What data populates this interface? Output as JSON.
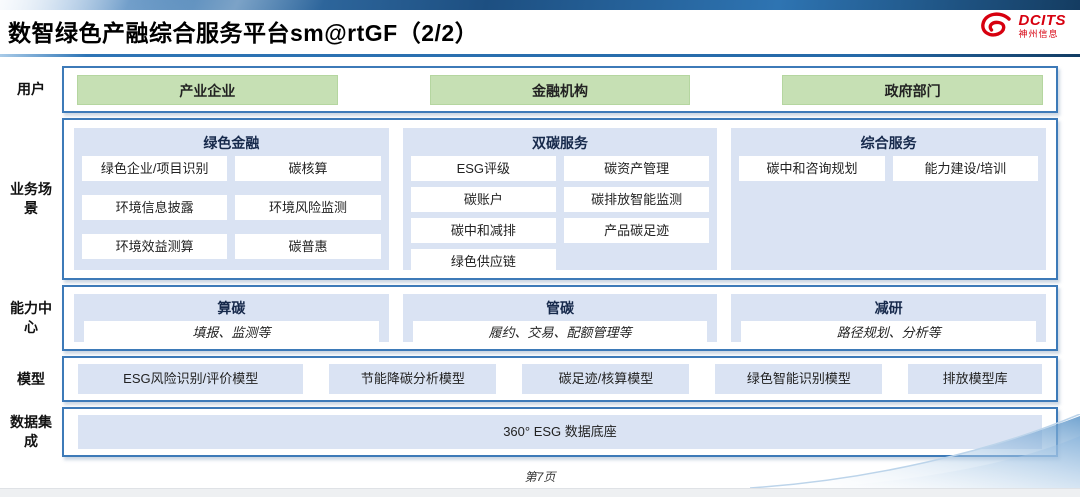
{
  "header": {
    "title": "数智绿色产融综合服务平台sm@rtGF（2/2）",
    "logo": {
      "brand": "DCITS",
      "company": "神州信息"
    }
  },
  "diagram": {
    "rows": [
      {
        "label": "用户",
        "items": [
          "产业企业",
          "金融机构",
          "政府部门"
        ]
      },
      {
        "label": "业务场景",
        "panels": [
          {
            "title": "绿色金融",
            "items": [
              "绿色企业/项目识别",
              "碳核算",
              "环境信息披露",
              "环境风险监测",
              "环境效益测算",
              "碳普惠"
            ]
          },
          {
            "title": "双碳服务",
            "items": [
              "ESG评级",
              "碳资产管理",
              "碳账户",
              "碳排放智能监测",
              "碳中和减排",
              "产品碳足迹",
              "绿色供应链"
            ]
          },
          {
            "title": "综合服务",
            "items": [
              "碳中和咨询规划",
              "能力建设/培训"
            ]
          }
        ]
      },
      {
        "label": "能力中心",
        "panels": [
          {
            "title": "算碳",
            "desc": "填报、监测等"
          },
          {
            "title": "管碳",
            "desc": "履约、交易、配额管理等"
          },
          {
            "title": "减研",
            "desc": "路径规划、分析等"
          }
        ]
      },
      {
        "label": "模型",
        "items": [
          "ESG风险识别/评价模型",
          "节能降碳分析模型",
          "碳足迹/核算模型",
          "绿色智能识别模型",
          "排放模型库"
        ]
      },
      {
        "label": "数据集成",
        "items": [
          "360° ESG 数据底座"
        ]
      }
    ]
  },
  "footer": {
    "page_label": "第7页"
  },
  "colors": {
    "accent_blue": "#2E75B6",
    "panel_blue": "#DAE3F3",
    "user_green": "#C6E0B4",
    "logo_red": "#D7000F"
  }
}
